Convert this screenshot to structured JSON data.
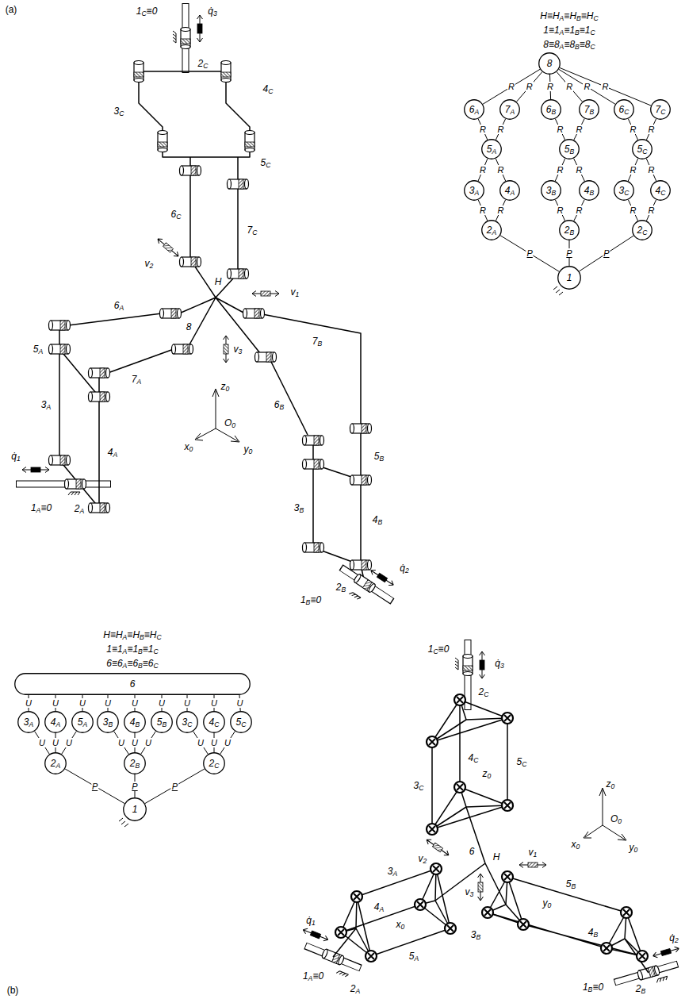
{
  "diagram": {
    "nodes": [
      {
        "text": [
          "8"
        ]
      },
      {
        "text": [
          "6A"
        ]
      },
      {
        "text": [
          "7A"
        ]
      },
      {
        "text": [
          "6B"
        ]
      },
      {
        "text": [
          "7B"
        ]
      },
      {
        "text": [
          "6C"
        ]
      },
      {
        "text": [
          "7C"
        ]
      },
      {
        "text": [
          "5A"
        ]
      },
      {
        "text": [
          "5B"
        ]
      },
      {
        "text": [
          "5C"
        ]
      },
      {
        "text": [
          "3A"
        ]
      },
      {
        "text": [
          "4A"
        ]
      },
      {
        "text": [
          "3B"
        ]
      },
      {
        "text": [
          "4B"
        ]
      },
      {
        "text": [
          "3C"
        ]
      },
      {
        "text": [
          "4C"
        ]
      },
      {
        "text": [
          "2A"
        ]
      },
      {
        "text": [
          "2B"
        ]
      },
      {
        "text": [
          "2C"
        ]
      },
      {
        "text": [
          "1"
        ]
      },
      {
        "text": [
          "6"
        ]
      },
      {
        "text": [
          "3A"
        ]
      },
      {
        "text": [
          "4A"
        ]
      },
      {
        "text": [
          "5A"
        ]
      },
      {
        "text": [
          "3B"
        ]
      },
      {
        "text": [
          "4B"
        ]
      },
      {
        "text": [
          "5B"
        ]
      },
      {
        "text": [
          "3C"
        ]
      },
      {
        "text": [
          "4C"
        ]
      },
      {
        "text": [
          "5C"
        ]
      },
      {
        "text": [
          "2A"
        ]
      },
      {
        "text": [
          "2B"
        ]
      },
      {
        "text": [
          "2C"
        ]
      },
      {
        "text": [
          "1"
        ]
      }
    ],
    "edges": [
      {
        "from": 0,
        "to": 1,
        "arrow": "none",
        "label": "R"
      },
      {
        "from": 0,
        "to": 2,
        "arrow": "none",
        "label": "R"
      },
      {
        "from": 0,
        "to": 3,
        "arrow": "none",
        "label": "R"
      },
      {
        "from": 0,
        "to": 4,
        "arrow": "none",
        "label": "R"
      },
      {
        "from": 0,
        "to": 5,
        "arrow": "none",
        "label": "R"
      },
      {
        "from": 0,
        "to": 6,
        "arrow": "none",
        "label": "R"
      },
      {
        "from": 1,
        "to": 7,
        "arrow": "none",
        "label": "R"
      },
      {
        "from": 2,
        "to": 7,
        "arrow": "none",
        "label": "R"
      },
      {
        "from": 3,
        "to": 8,
        "arrow": "none",
        "label": "R"
      },
      {
        "from": 4,
        "to": 8,
        "arrow": "none",
        "label": "R"
      },
      {
        "from": 5,
        "to": 9,
        "arrow": "none",
        "label": "R"
      },
      {
        "from": 6,
        "to": 9,
        "arrow": "none",
        "label": "R"
      },
      {
        "from": 7,
        "to": 10,
        "arrow": "none",
        "label": "R"
      },
      {
        "from": 7,
        "to": 11,
        "arrow": "none",
        "label": "R"
      },
      {
        "from": 8,
        "to": 12,
        "arrow": "none",
        "label": "R"
      },
      {
        "from": 8,
        "to": 13,
        "arrow": "none",
        "label": "R"
      },
      {
        "from": 9,
        "to": 14,
        "arrow": "none",
        "label": "R"
      },
      {
        "from": 9,
        "to": 15,
        "arrow": "none",
        "label": "R"
      },
      {
        "from": 10,
        "to": 16,
        "arrow": "none",
        "label": "R"
      },
      {
        "from": 11,
        "to": 16,
        "arrow": "none",
        "label": "R"
      },
      {
        "from": 12,
        "to": 17,
        "arrow": "none",
        "label": "R"
      },
      {
        "from": 13,
        "to": 17,
        "arrow": "none",
        "label": "R"
      },
      {
        "from": 14,
        "to": 18,
        "arrow": "none",
        "label": "R"
      },
      {
        "from": 15,
        "to": 18,
        "arrow": "none",
        "label": "R"
      },
      {
        "from": 16,
        "to": 19,
        "arrow": "none",
        "label": "P"
      },
      {
        "from": 17,
        "to": 19,
        "arrow": "none",
        "label": "P"
      },
      {
        "from": 18,
        "to": 19,
        "arrow": "none",
        "label": "P"
      },
      {
        "from": 20,
        "to": 21,
        "arrow": "none",
        "label": "U"
      },
      {
        "from": 20,
        "to": 22,
        "arrow": "none",
        "label": "U"
      },
      {
        "from": 20,
        "to": 23,
        "arrow": "none",
        "label": "U"
      },
      {
        "from": 20,
        "to": 24,
        "arrow": "none",
        "label": "U"
      },
      {
        "from": 20,
        "to": 25,
        "arrow": "none",
        "label": "U"
      },
      {
        "from": 20,
        "to": 26,
        "arrow": "none",
        "label": "U"
      },
      {
        "from": 20,
        "to": 27,
        "arrow": "none",
        "label": "U"
      },
      {
        "from": 20,
        "to": 28,
        "arrow": "none",
        "label": "U"
      },
      {
        "from": 20,
        "to": 29,
        "arrow": "none",
        "label": "U"
      },
      {
        "from": 21,
        "to": 30,
        "arrow": "none",
        "label": "U"
      },
      {
        "from": 22,
        "to": 30,
        "arrow": "none",
        "label": "U"
      },
      {
        "from": 23,
        "to": 30,
        "arrow": "none",
        "label": "U"
      },
      {
        "from": 24,
        "to": 31,
        "arrow": "none",
        "label": "U"
      },
      {
        "from": 25,
        "to": 31,
        "arrow": "none",
        "label": "U"
      },
      {
        "from": 26,
        "to": 31,
        "arrow": "none",
        "label": "U"
      },
      {
        "from": 27,
        "to": 32,
        "arrow": "none",
        "label": "U"
      },
      {
        "from": 28,
        "to": 32,
        "arrow": "none",
        "label": "U"
      },
      {
        "from": 29,
        "to": 32,
        "arrow": "none",
        "label": "U"
      },
      {
        "from": 30,
        "to": 33,
        "arrow": "none",
        "label": "P"
      },
      {
        "from": 31,
        "to": 33,
        "arrow": "none",
        "label": "P"
      },
      {
        "from": 32,
        "to": 33,
        "arrow": "none",
        "label": "P"
      }
    ],
    "labels": [
      "(a)",
      "1C≡0",
      "q̇3",
      "2C",
      "4C",
      "3C",
      "5C",
      "6C",
      "7C",
      "H≡HA≡HB≡HC",
      "1≡1A≡1B≡1C",
      "8≡8A≡8B≡8C",
      "v2",
      "H",
      "v1",
      "6A",
      "8",
      "7B",
      "5A",
      "7A",
      "v3",
      "z0",
      "O0",
      "x0",
      "y0",
      "6B",
      "5B",
      "3A",
      "4A",
      "3B",
      "4B",
      "q̇1",
      "2A",
      "1A≡0",
      "2B",
      "q̇2",
      "1B≡0",
      "H≡HA≡HB≡HC",
      "1≡1A≡1B≡1C",
      "6≡6A≡6B≡6C",
      "1C≡0",
      "q̇3",
      "2C",
      "4C",
      "3C",
      "z0",
      "5C",
      "z0",
      "v2",
      "6",
      "H",
      "v1",
      "O0",
      "x0",
      "y0",
      "3A",
      "x0",
      "4A",
      "v3",
      "5B",
      "y0",
      "3B",
      "4B",
      "5A",
      "q̇1",
      "1A≡0",
      "2A",
      "2B",
      "q̇2",
      "1B≡0",
      "(b)"
    ]
  }
}
